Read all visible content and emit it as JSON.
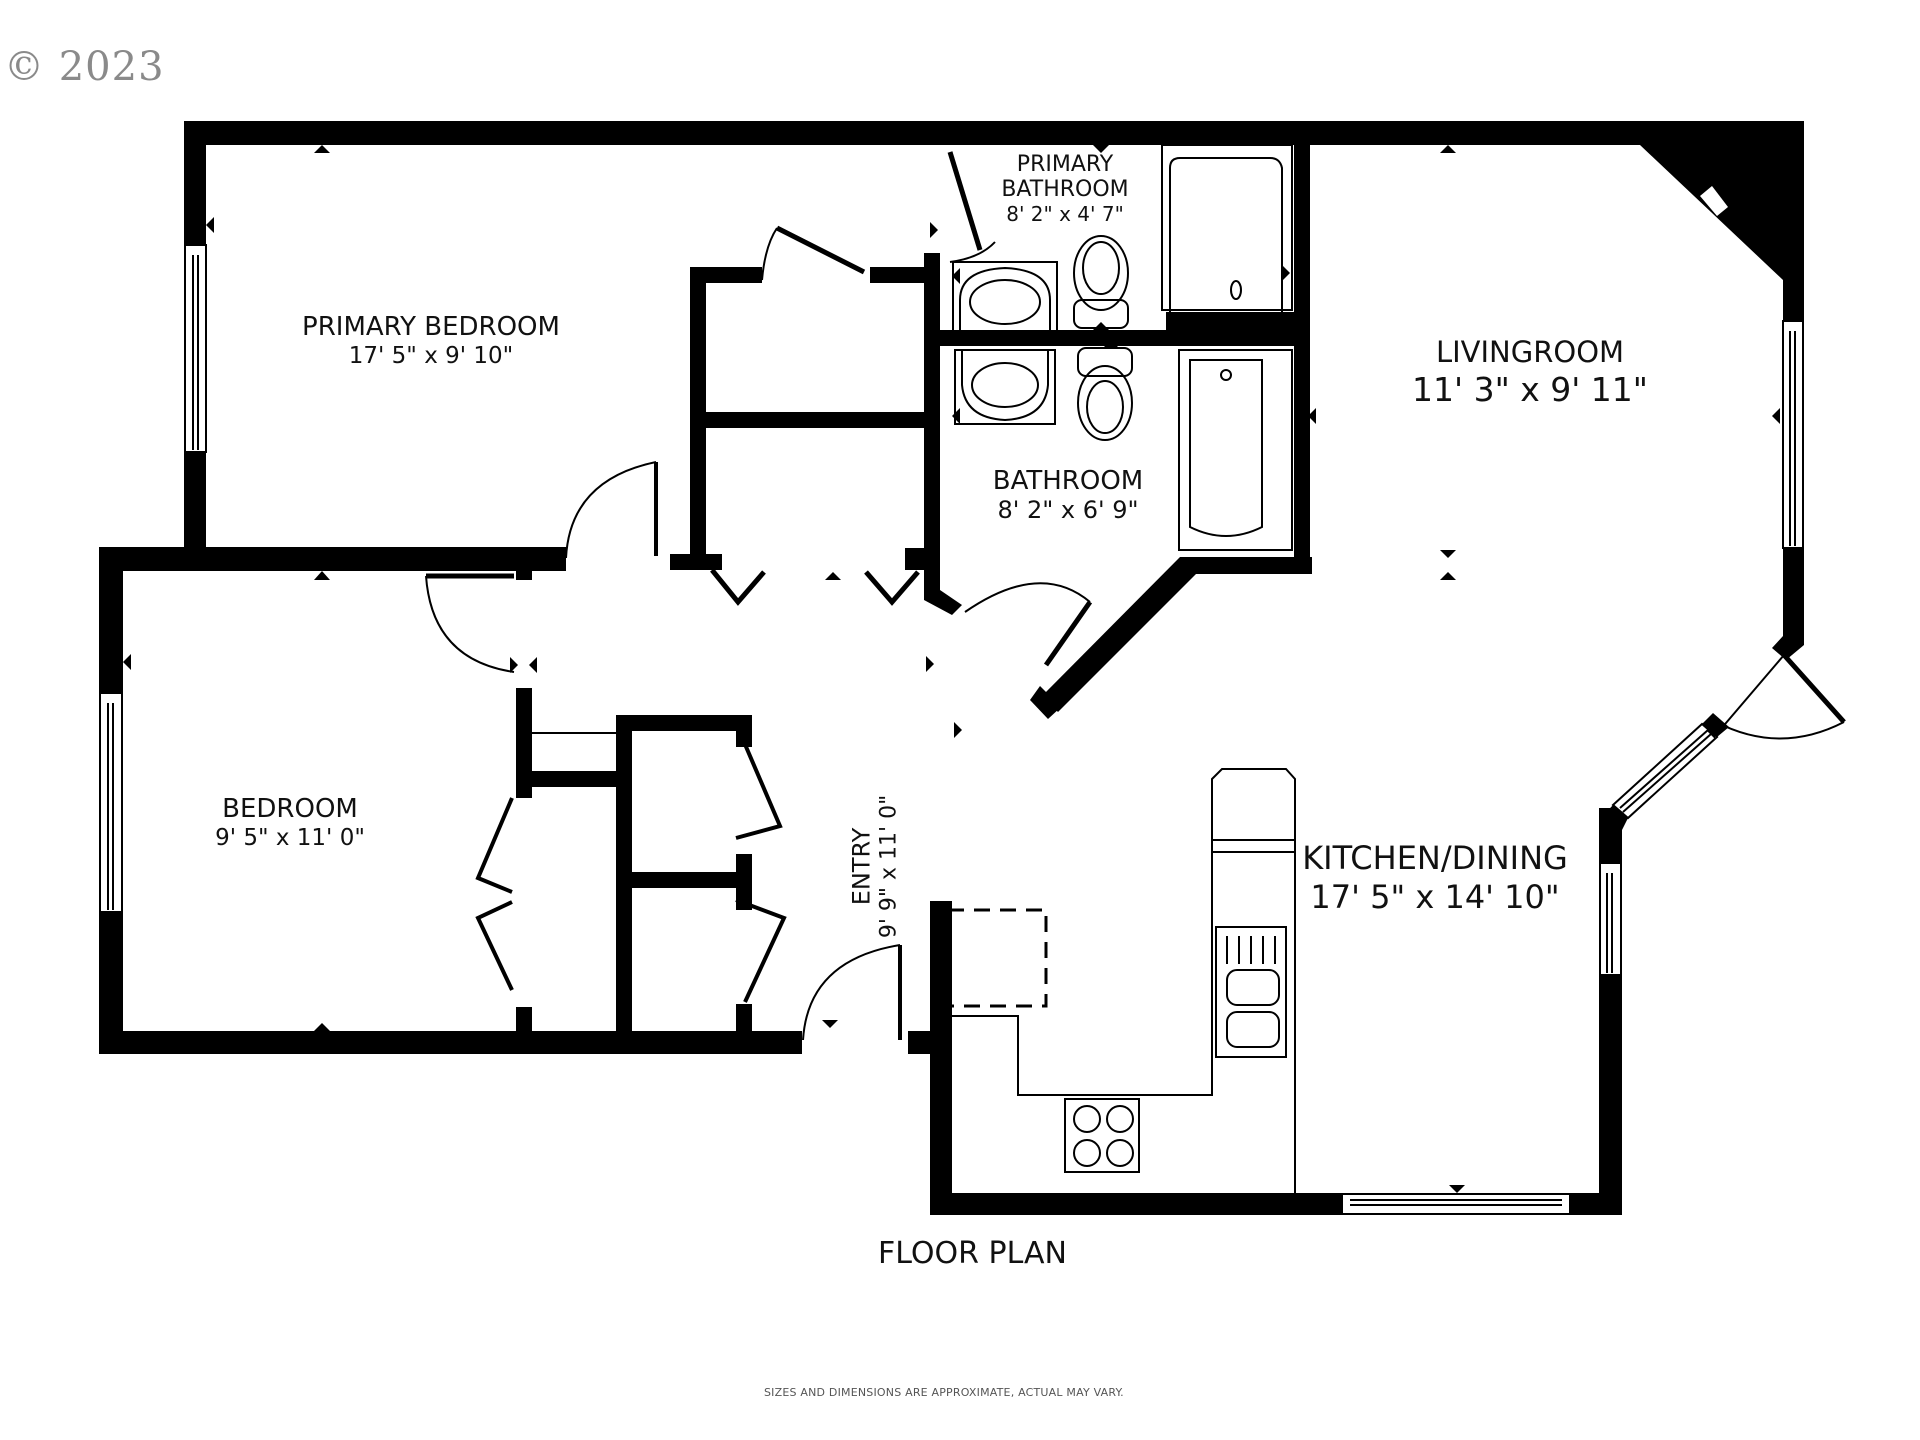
{
  "copyright": "© 2023",
  "plan_title": "FLOOR PLAN",
  "disclaimer": "SIZES AND DIMENSIONS ARE APPROXIMATE, ACTUAL MAY VARY.",
  "rooms": {
    "primary_bedroom": {
      "name": "PRIMARY BEDROOM",
      "dimensions": "17' 5\" x 9' 10\""
    },
    "primary_bathroom": {
      "name_line1": "PRIMARY",
      "name_line2": "BATHROOM",
      "dimensions": "8' 2\" x 4' 7\""
    },
    "bathroom": {
      "name": "BATHROOM",
      "dimensions": "8' 2\" x 6' 9\""
    },
    "living_room": {
      "name": "LIVINGROOM",
      "dimensions": "11' 3\" x 9' 11\""
    },
    "bedroom": {
      "name": "BEDROOM",
      "dimensions": "9' 5\" x 11' 0\""
    },
    "entry": {
      "name": "ENTRY",
      "dimensions": "9' 9\" x 11' 0\""
    },
    "kitchen_dining": {
      "name": "KITCHEN/DINING",
      "dimensions": "17' 5\" x 14' 10\""
    }
  },
  "colors": {
    "wall": "#000000",
    "background": "#ffffff",
    "copyright": "#8a8a8a",
    "text": "#111111"
  }
}
